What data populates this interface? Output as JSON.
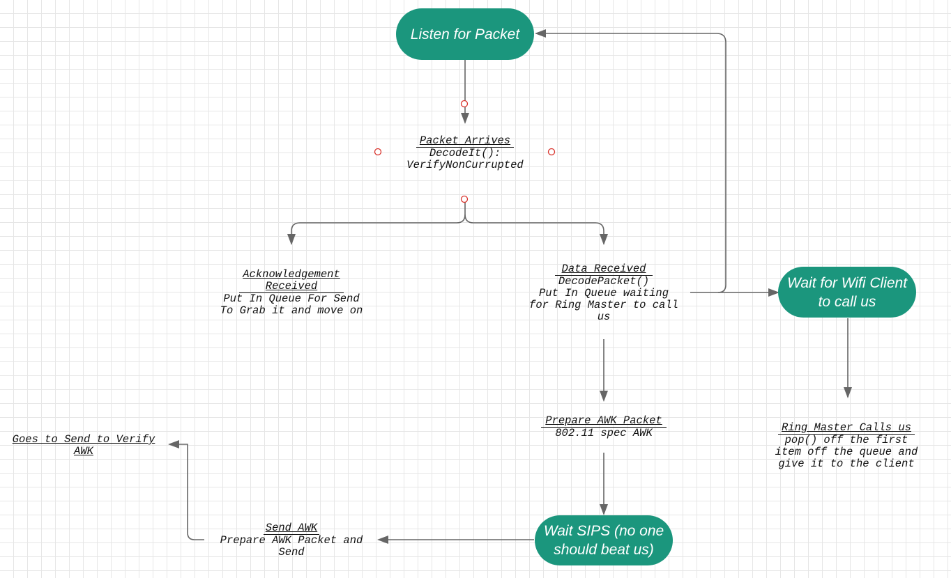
{
  "nodes": {
    "listen": "Listen for Packet",
    "wifi_wait_line1": "Wait for Wifi Client",
    "wifi_wait_line2": "to call us",
    "sips_line1": "Wait SIPS (no one",
    "sips_line2": "should beat us)"
  },
  "notes": {
    "packet_arrives": {
      "title": "Packet Arrives",
      "line1": "DecodeIt():",
      "line2": "VerifyNonCurrupted"
    },
    "ack_received": {
      "title_line1": "Acknowledgement",
      "title_line2": "Received",
      "line1": "Put In Queue For Send",
      "line2": "To Grab it and move on"
    },
    "data_received": {
      "title": "Data Received",
      "line1": "DecodePacket()",
      "line2": "Put In Queue waiting",
      "line3": "for Ring Master to call",
      "line4": "us"
    },
    "prepare_awk": {
      "title": "Prepare AWK Packet",
      "line1": "802.11 spec AWK"
    },
    "ring_master": {
      "title": "Ring Master Calls us",
      "line1": "pop() off the first",
      "line2": "item off the queue and",
      "line3": "give it to the client"
    },
    "send_awk": {
      "title": "Send AWK",
      "line1": "Prepare AWK Packet and",
      "line2": "Send"
    },
    "goes_to_send": {
      "line1": "Goes to Send to Verify",
      "line2": "AWK"
    }
  },
  "colors": {
    "node_fill": "#1b967d",
    "connector": "#666666",
    "anchor": "#d9322b"
  }
}
